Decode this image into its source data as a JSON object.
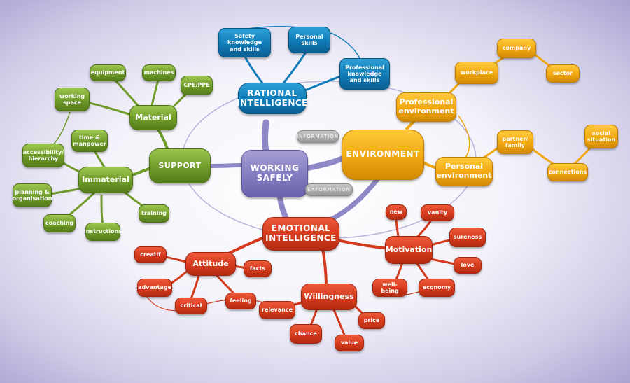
{
  "center": {
    "label": "WORKING\nSAFELY"
  },
  "flows": {
    "information": "INFORMATION",
    "exformation": "EXFORMATION"
  },
  "rational": {
    "label": "RATIONAL\nINTELLIGENCE",
    "safety_knowledge": "Safety\nknowledge\nand skills",
    "personal_skills": "Personal\nskills",
    "professional_knowledge": "Professional\nknowledge\nand skills"
  },
  "environment": {
    "label": "ENVIRONMENT",
    "professional": "Professional\nenvironment",
    "workplace": "workplace",
    "company": "company",
    "sector": "sector",
    "personal": "Personal\nenvironment",
    "partner_family": "partner/\nfamily",
    "social_situation": "social\nsituation",
    "connections": "connections"
  },
  "support": {
    "label": "SUPPORT",
    "material": "Material",
    "equipment": "equipment",
    "machines": "machines",
    "cpe_ppe": "CPE/PPE",
    "working_space": "working\nspace",
    "immaterial": "Immaterial",
    "time_manpower": "time &\nmanpower",
    "accessibility": "accessibility/\nhierarchy",
    "planning": "planning &\norganisation",
    "coaching": "coaching",
    "instructions": "instructions",
    "training": "training"
  },
  "emotional": {
    "label": "EMOTIONAL\nINTELLIGENCE",
    "attitude": "Attitude",
    "creatif": "creatif",
    "advantage": "advantage",
    "critical": "critical",
    "feeling": "feeling",
    "facts": "facts",
    "willingness": "Willingness",
    "relevance": "relevance",
    "chance": "chance",
    "value": "value",
    "price": "price",
    "motivation": "Motivation",
    "new": "new",
    "vanity": "vanity",
    "sureness": "sureness",
    "love": "love",
    "economy": "economy",
    "well_being": "well-being"
  },
  "colors": {
    "green": "#6f9b2a",
    "blue": "#107bb6",
    "orange": "#efa611",
    "red": "#d43a1c",
    "purple": "#7f78bd",
    "grey": "#9a9a9a"
  }
}
